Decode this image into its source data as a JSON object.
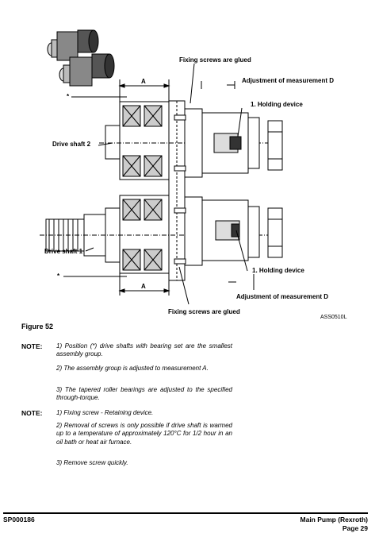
{
  "figure": {
    "labels": {
      "fixing_top": "Fixing screws are glued",
      "adjust_top": "Adjustment of measurement D",
      "holding_top": "1. Holding device",
      "drive_shaft_2": "Drive shaft 2",
      "drive_shaft_1": "Drive shaft 1",
      "holding_bottom": "1. Holding device",
      "adjust_bottom": "Adjustment of measurement D",
      "fixing_bottom": "Fixing screws are glued",
      "a_top": "A",
      "a_bottom": "A",
      "star_top": "*",
      "star_bottom": "*",
      "code": "ASS0510L"
    },
    "title": "Figure 52"
  },
  "notes": [
    {
      "label": "NOTE:",
      "paragraphs": [
        "1) Position (*) drive shafts with bearing set are the smallest assembly group.",
        "2) The assembly group is adjusted to measurement A.",
        "3) The tapered roller bearings are adjusted to the specified through-torque."
      ]
    },
    {
      "label": "NOTE:",
      "paragraphs": [
        "1) Fixing screw - Retaining device.",
        "2) Removal of screws is only possible if drive shaft is warmed up to a temperature of approximately 120°C for 1/2 hour in an oil bath or heat air furnace.",
        "3) Remove screw quickly."
      ]
    }
  ],
  "footer": {
    "doc_id": "SP000186",
    "section": "Main Pump (Rexroth)",
    "page": "Page 29"
  }
}
